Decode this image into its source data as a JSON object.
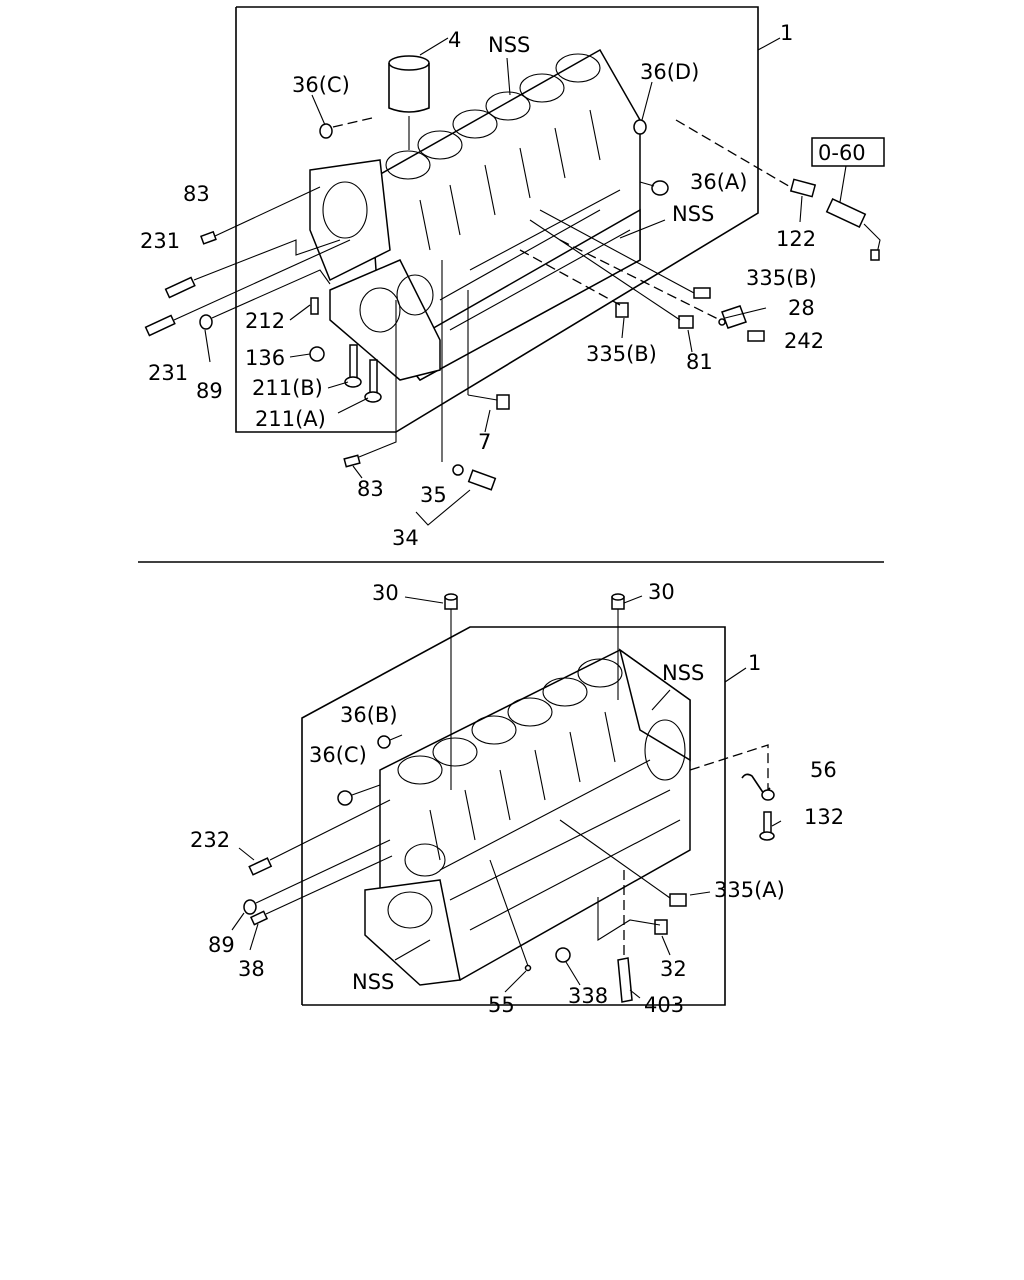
{
  "top_diagram": {
    "callouts": [
      {
        "id": "4",
        "text": "4"
      },
      {
        "id": "nss_top",
        "text": "NSS"
      },
      {
        "id": "1_top",
        "text": "1"
      },
      {
        "id": "36c_top",
        "text": "36(C)"
      },
      {
        "id": "36d",
        "text": "36(D)"
      },
      {
        "id": "36a",
        "text": "36(A)"
      },
      {
        "id": "0_60",
        "text": "0-60"
      },
      {
        "id": "83_top",
        "text": "83"
      },
      {
        "id": "231_a",
        "text": "231"
      },
      {
        "id": "231_b",
        "text": "231"
      },
      {
        "id": "nss_mid",
        "text": "NSS"
      },
      {
        "id": "122",
        "text": "122"
      },
      {
        "id": "335b_a",
        "text": "335(B)"
      },
      {
        "id": "28",
        "text": "28"
      },
      {
        "id": "242",
        "text": "242"
      },
      {
        "id": "212",
        "text": "212"
      },
      {
        "id": "136",
        "text": "136"
      },
      {
        "id": "211b",
        "text": "211(B)"
      },
      {
        "id": "211a",
        "text": "211(A)"
      },
      {
        "id": "89_top",
        "text": "89"
      },
      {
        "id": "335b_b",
        "text": "335(B)"
      },
      {
        "id": "81",
        "text": "81"
      },
      {
        "id": "7",
        "text": "7"
      },
      {
        "id": "83_bot",
        "text": "83"
      },
      {
        "id": "35",
        "text": "35"
      },
      {
        "id": "34",
        "text": "34"
      }
    ]
  },
  "bottom_diagram": {
    "callouts": [
      {
        "id": "30_a",
        "text": "30"
      },
      {
        "id": "30_b",
        "text": "30"
      },
      {
        "id": "1_bot",
        "text": "1"
      },
      {
        "id": "nss_b1",
        "text": "NSS"
      },
      {
        "id": "36b",
        "text": "36(B)"
      },
      {
        "id": "36c_bot",
        "text": "36(C)"
      },
      {
        "id": "56",
        "text": "56"
      },
      {
        "id": "132",
        "text": "132"
      },
      {
        "id": "232",
        "text": "232"
      },
      {
        "id": "335a",
        "text": "335(A)"
      },
      {
        "id": "89_bot",
        "text": "89"
      },
      {
        "id": "38",
        "text": "38"
      },
      {
        "id": "32",
        "text": "32"
      },
      {
        "id": "nss_b2",
        "text": "NSS"
      },
      {
        "id": "338",
        "text": "338"
      },
      {
        "id": "403",
        "text": "403"
      },
      {
        "id": "55",
        "text": "55"
      }
    ]
  }
}
